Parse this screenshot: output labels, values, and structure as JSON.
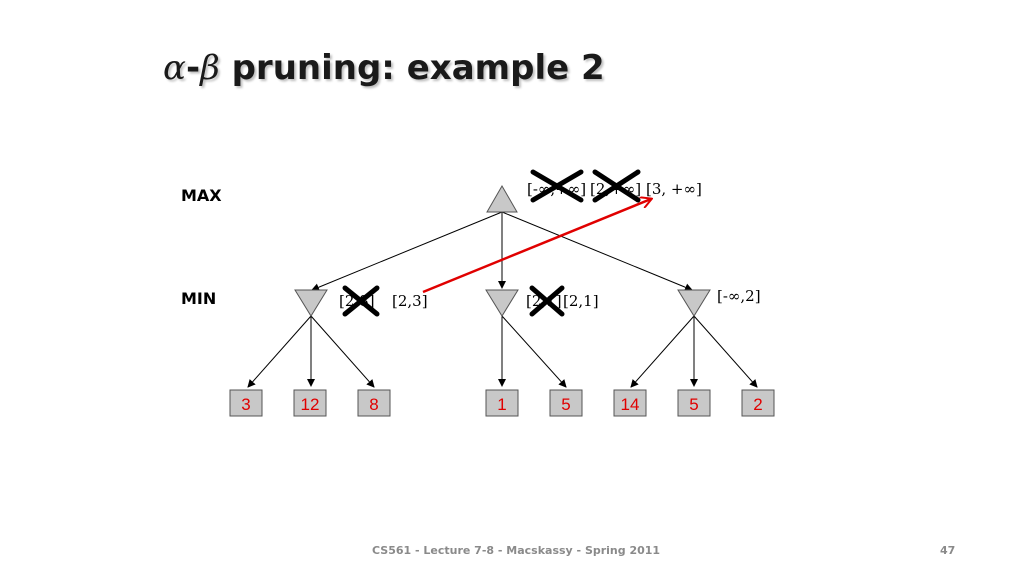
{
  "slide": {
    "title_alpha": "α",
    "title_dash": "-",
    "title_beta": "β",
    "title_text": "pruning: example 2",
    "footer": "CS561 - Lecture 7-8 - Macskassy - Spring 2011",
    "page_number": "47"
  },
  "levels": {
    "max": "MAX",
    "min": "MIN"
  },
  "root": {
    "intervals": [
      {
        "text": "[-∞,+∞]",
        "crossed": true
      },
      {
        "text": "[2,+∞]",
        "crossed": true
      },
      {
        "text": "[3, +∞]",
        "crossed": false
      }
    ]
  },
  "min_nodes": [
    {
      "intervals": [
        {
          "text": "[2,8]",
          "crossed": true
        },
        {
          "text": "[2,3]",
          "crossed": false
        }
      ]
    },
    {
      "intervals": [
        {
          "text": "[2,1]",
          "crossed": true
        },
        {
          "text": "[2,1]",
          "crossed": false
        }
      ]
    },
    {
      "intervals": [
        {
          "text": "[-∞,2]",
          "crossed": false
        }
      ]
    }
  ],
  "leaves": [
    "3",
    "12",
    "8",
    "1",
    "5",
    "14",
    "5",
    "2"
  ],
  "colors": {
    "node_fill": "#c8c8c8",
    "leaf_text": "#e00000",
    "arrow": "#e00000",
    "cross": "#000000"
  }
}
